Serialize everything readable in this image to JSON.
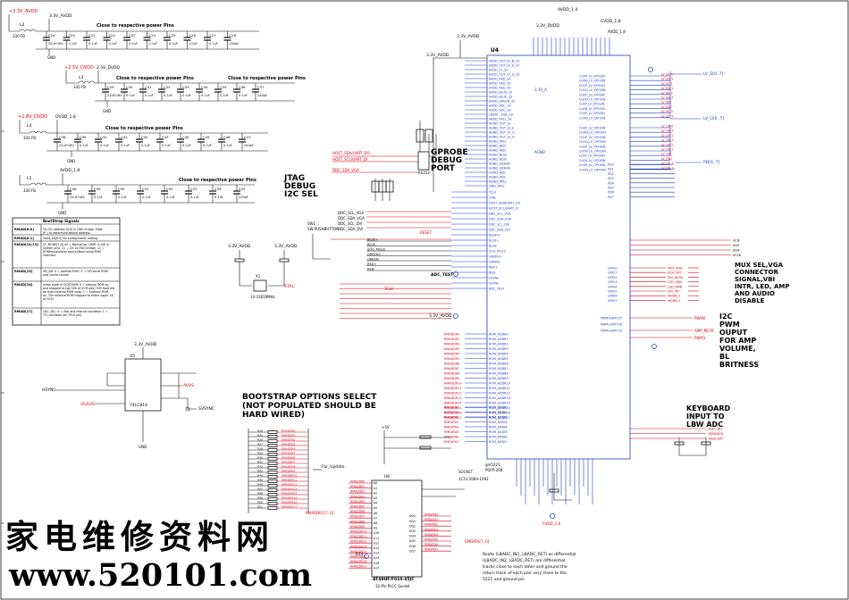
{
  "top_nets": {
    "avdd_3v3": "+3.3V_AVDD",
    "avdd_33": "3.3V_AVDD",
    "dvdd_33": "3.3V_DVDD",
    "dvdd_25": "+2.5V_DVDD",
    "dvdd_25b": "2.5V_DVDD",
    "avdd_18": "+1.8V_DVDD",
    "dvdd_18": "DVDD_1.8",
    "avdd_18b": "AVDD_1.8",
    "avdd_14": "AVDD_1.4",
    "cvdd_18": "CVDD_1.8",
    "avdd_18c": "AVDD_1.8",
    "gnd": "GND"
  },
  "power_notes": {
    "row1": "Close to respective power Pins",
    "row2": "Close to respective power Pins",
    "row3": "Close to respective power Pins",
    "row4": "Close to respective power Pins",
    "row2b": "Close to respective power Pins"
  },
  "inductors": [
    "L2",
    "L3",
    "L4",
    "L5"
  ],
  "ferrite": "330 FB",
  "cap_values": [
    "22uF/16V",
    "0.1uF",
    "0.1uF",
    "0.1uF",
    "0.1uF",
    "0.1uF",
    "0.1uF",
    "0.1uF",
    "0.1uF",
    "220pF"
  ],
  "cap_refs_row1": [
    "C16",
    "C20",
    "C21",
    "C22",
    "C23",
    "C24",
    "C25",
    "C26",
    "C27",
    "C28"
  ],
  "cap_refs_row2": [
    "C29",
    "C30",
    "C31",
    "C32",
    "C33",
    "C34",
    "C35",
    "C36",
    "C37"
  ],
  "cap_refs_row3": [
    "C38",
    "C39",
    "C40",
    "C41",
    "C42",
    "C43",
    "C44",
    "C45",
    "C46",
    "C47"
  ],
  "cap_refs_row4": [
    "C48",
    "C49",
    "C50",
    "C51",
    "C52",
    "C53",
    "C54",
    "C55"
  ],
  "bootstrap_table": {
    "title": "BootStrap Signals",
    "rows": [
      {
        "sig": "RMAD[8:0]",
        "desc": "For I2C address (0:0) in JTAG bridge. Float (P_) to determine device address."
      },
      {
        "sig": "RMAD[8:1]",
        "desc": "Used_EA[0:5] for configuration setting"
      },
      {
        "sig": "RMAD[14:13]",
        "desc": "CF_MODE[1:0] 00 = Normal op. UART in ISR in system pins. 01 = I2C to JTAG bridge. 11 = ROMless/parallel control/boot using ROM Interface"
      },
      {
        "sig": "RMAD[15]",
        "desc": "SPI_EN: 0 = parallel ROM / F = SPI serial ROM and Cache control"
      },
      {
        "sig": "RMAD[16]",
        "desc": "Initial state of OCM ROM: 0 = internal ROM on, and mapped to top 32K of OCM and OCM boot will be from internal ROM code. 1 = External ROM on. The external ROM mapped to entire upper 1K of OCM."
      },
      {
        "sig": "RMAD[17]",
        "desc": "OSC_SEL: 0 = Xtal and internal oscillator. 1 = TTL oscillator (on TCLK pin)"
      }
    ]
  },
  "labels": {
    "jtag": "JTAG",
    "debug": "DEBUG",
    "i2c_sel": "I2C SEL",
    "gprobe": "GPROBE",
    "gprobe2": "DEBUG",
    "gprobe3": "PORT",
    "rs232": "RS232",
    "u4": "U4",
    "u5": "U5",
    "u6": "U6",
    "chip_u5": "74LC814",
    "chip_u6": "AT49HF/F010-45JC",
    "chip_u6b": "32-Pin PLCC Socket",
    "chip_u4": "gm5221",
    "chip_u4b": "PQFP-208",
    "socket": "SOCKET",
    "socket2": "1C51-2084-1092",
    "bootstrap_title1": "BOOTSTRAP OPTIONS SELECT",
    "bootstrap_title2": "(NOT POPULATED SHOULD BE",
    "bootstrap_title3": "HARD WIRED)",
    "mux1": "MUX SEL,VGA",
    "mux2": "CONNECTOR",
    "mux3": "SIGNAL,VBI",
    "mux4": "INTR, LED, AMP",
    "mux5": "AND AUDIO",
    "mux6": "DISABLE",
    "i2c1": "I2C",
    "i2c2": "PWM",
    "i2c3": "OUPUT",
    "i2c4": "FOR AMP",
    "i2c5": "VOLUME,",
    "i2c6": "BL",
    "i2c7": "BRITNESS",
    "kb1": "KEYBOARD",
    "kb2": "INPUT TO",
    "kb3": "LBW ADC",
    "for_update": "For_Update",
    "hsync": "HSYNC",
    "vgahs": "VGAHS",
    "avhs": "AVHS",
    "svsync": "SVSYNC",
    "rgb_note1": "Route (LBADC_IN1, LBADC_RET) as differential",
    "rgb_note2": "(LBADC_IN2, LBADC_RET) are differential",
    "rgb_note3": "tracks close to each other and ground the",
    "rgb_note4": "return track of each pair very close to the",
    "rgb_note5": "5221 and ground pin",
    "xtal": "14.31818MHz",
    "x1": "X1",
    "sw1": "SW1",
    "sw_push": "SW PUSHBUTTON",
    "reset": "RESET",
    "adc_test": "ADC_TEST",
    "tclk": "TCLK",
    "xtal_net": "XTAL",
    "amp_mute": "AMP_MUTE",
    "pwm0": "PWM0",
    "pwm1": "PWM1",
    "mute": "MUTE"
  },
  "u4_left_pins": [
    "AVDD_OUT_LV_B_33",
    "AVDD_OUT_LV_E_33",
    "AVDD_LV_33",
    "AVDD_OUT_LV_G_33",
    "AVDD_RED_33",
    "AVDD_RED_33",
    "AVDD_RED_33",
    "AVDD_BLUE_33",
    "AVDD_BLUE_33",
    "AVDD_GREEN_33",
    "AVDD_ADC_33",
    "AVDD_ADC_33",
    "LBADC_VDD_33",
    "AVDD_RPLL_33",
    "AGND_OUT_LV",
    "AGND_OUT_LV_E",
    "AGND_OUT_LV_G",
    "AGND_OUT_LV_H",
    "AGND_RED",
    "AGND_RED",
    "AGND_RED",
    "AGND_BLUE",
    "AGND_BLUE",
    "AGND_GREEN",
    "AGND_GREEN",
    "AGND_ADC",
    "AGND_ADC",
    "AGND_RPLL",
    "GND_RPLL"
  ],
  "u4_mid_pins": [
    "TCLK",
    "XTAL",
    "HOST_SDA/UART_DO",
    "HOST_SCL/UART_DI",
    "DDC_SCL_VGA",
    "DDC_SDA_VGA",
    "DDC_SCL_DVI",
    "DDC_SDA_DVI",
    "RESETn",
    "BLUE+",
    "BLUE-",
    "SOG_MCSS",
    "GREEN+",
    "GREEN-",
    "RED+",
    "RED-",
    "HSYNC",
    "VSYNC",
    "ADC_TEST"
  ],
  "u4_right_pins": [
    "CH0P_LV_EPOSIN",
    "CH0N_LV_EPOSIN",
    "CH1P_LV_EPOSIN",
    "CH1N_LV_EPOSIN",
    "CH2P_LV_EPOSIN",
    "CH2N_LV_EPOSIN",
    "CLKP_LV_EPOSIN",
    "CLKN_LV_EPOSIN",
    "CH3P_LV_EPOSIN",
    "CH3N_LV_EPOSIN",
    "CH0P_LV_OPOSIN",
    "CH0N_LV_OPOSIN",
    "CH1P_LV_OPOSIN",
    "CH1N_LV_OPOSIN",
    "CH2P_LV_OPOSIN",
    "CH2N_LV_OPOSIN",
    "CLKP_LV_OPOSIN",
    "CLKN_LV_OPOSIN",
    "CH3P_LV_OPOSIN",
    "CH3N_LV_OPOSIN"
  ],
  "lvds_nets": [
    "LV_EP_0",
    "LV_EN_0",
    "LV_EP_1",
    "LV_EN_1",
    "LV_EP_2",
    "LV_EN_2",
    "LV_EPC",
    "LV_ENC",
    "LV_EP_3",
    "LV_EN_3",
    "LV_OP_0",
    "LV_ON_0",
    "LV_OP_1",
    "LV_ON_1",
    "LV_OP_2",
    "LV_ON_2",
    "LV_OPC",
    "LV_ONC",
    "LV_OP_3",
    "LV_ON_3"
  ],
  "lvds_bus": {
    "e": "LV_E[0..7]",
    "o": "LV_O[0..7]",
    "pd": "PD[0..7]"
  },
  "pwm_pins": [
    "PWM0/GPIO17",
    "PWM1/GPIO16",
    "PWM2/GPIO15"
  ],
  "gpio_nets": [
    "GPIO0",
    "GPIO1",
    "GPIO2",
    "GPIO3",
    "GPIO4",
    "GPIO5",
    "GPIO6",
    "GPIO7"
  ],
  "gpio_sigs": [
    "MUX_RGB",
    "VGA_DET",
    "DVI_DETN",
    "LED_GRN",
    "LED_AMB",
    "DVI_INT",
    "MODEL1",
    "MODEL2"
  ],
  "sen_nets": [
    "SCN",
    "SHS",
    "SDA",
    "SCLK"
  ],
  "rom_addr": [
    "RMADDR0",
    "RMADDR1",
    "RMADDR2",
    "RMADDR3",
    "RMADDR4",
    "RMADDR5",
    "RMADDR6",
    "RMADDR7",
    "RMADDR8",
    "RMADDR9",
    "RMADDR10",
    "RMADDR11",
    "RMADDR12",
    "RMADDR13",
    "RMADDR14",
    "RMADDR15",
    "RMADDR16",
    "RMADDR17"
  ],
  "rom_data": [
    "RMDATA0",
    "RMDATA1",
    "RMDATA2",
    "RMDATA3",
    "RMDATA4",
    "RMDATA5",
    "RMDATA6",
    "RMDATA7"
  ],
  "kb_nets": [
    "ADC_IN1",
    "KBSDATA",
    "KBSCART"
  ],
  "watermark": {
    "cn": "家电维修资料网",
    "url": "www.520101.com"
  }
}
